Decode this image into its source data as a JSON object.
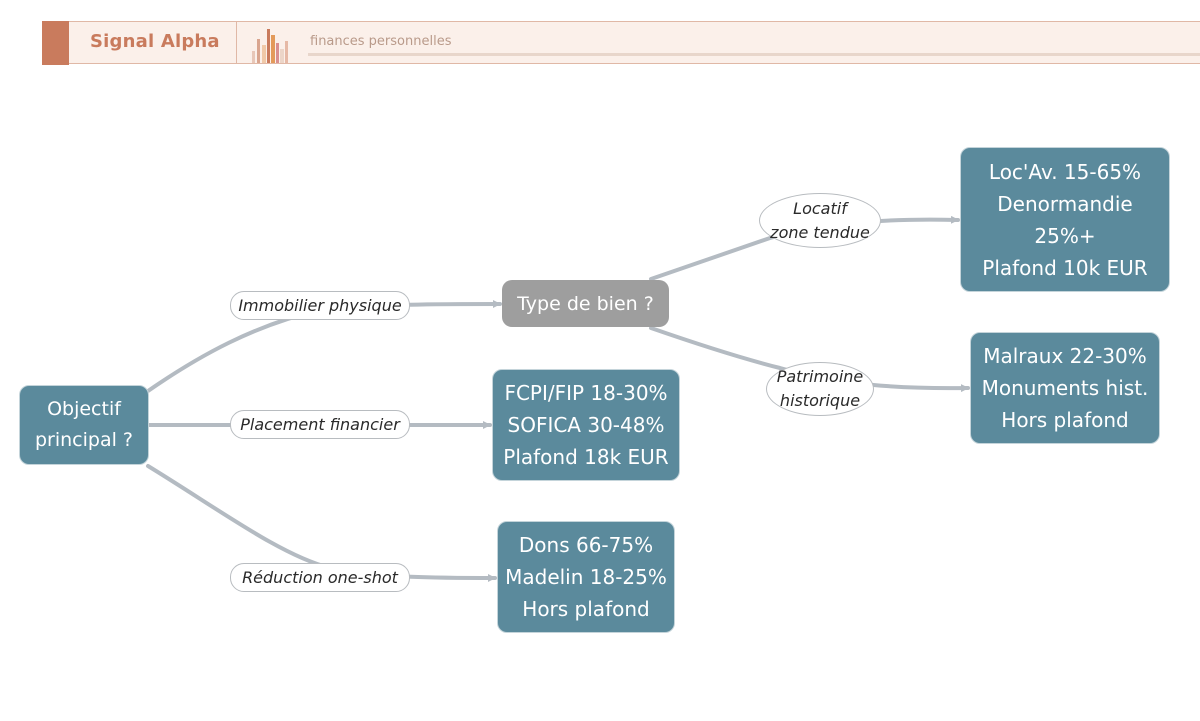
{
  "header": {
    "brand": "Signal Alpha",
    "subtitle": "finances personnelles",
    "brand_color": "#c97b5d",
    "header_bg": "#fbf0ea"
  },
  "diagram": {
    "node_color": "#5b8a9c",
    "decision_color": "#9e9e9e",
    "edge_color": "#b4bbc2",
    "nodes": {
      "root": "Objectif\nprincipal ?",
      "type_bien": "Type de bien ?",
      "locatif_result": "Loc'Av. 15-65%\nDenormandie\n25%+\nPlafond 10k EUR",
      "patrimoine_result": "Malraux 22-30%\nMonuments hist.\nHors plafond",
      "placement_result": "FCPI/FIP 18-30%\nSOFICA 30-48%\nPlafond 18k EUR",
      "reduction_result": "Dons 66-75%\nMadelin 18-25%\nHors plafond"
    },
    "edge_labels": {
      "immobilier": "Immobilier physique",
      "placement": "Placement financier",
      "reduction": "Réduction one-shot",
      "locatif": "Locatif\nzone tendue",
      "patrimoine": "Patrimoine\nhistorique"
    }
  }
}
